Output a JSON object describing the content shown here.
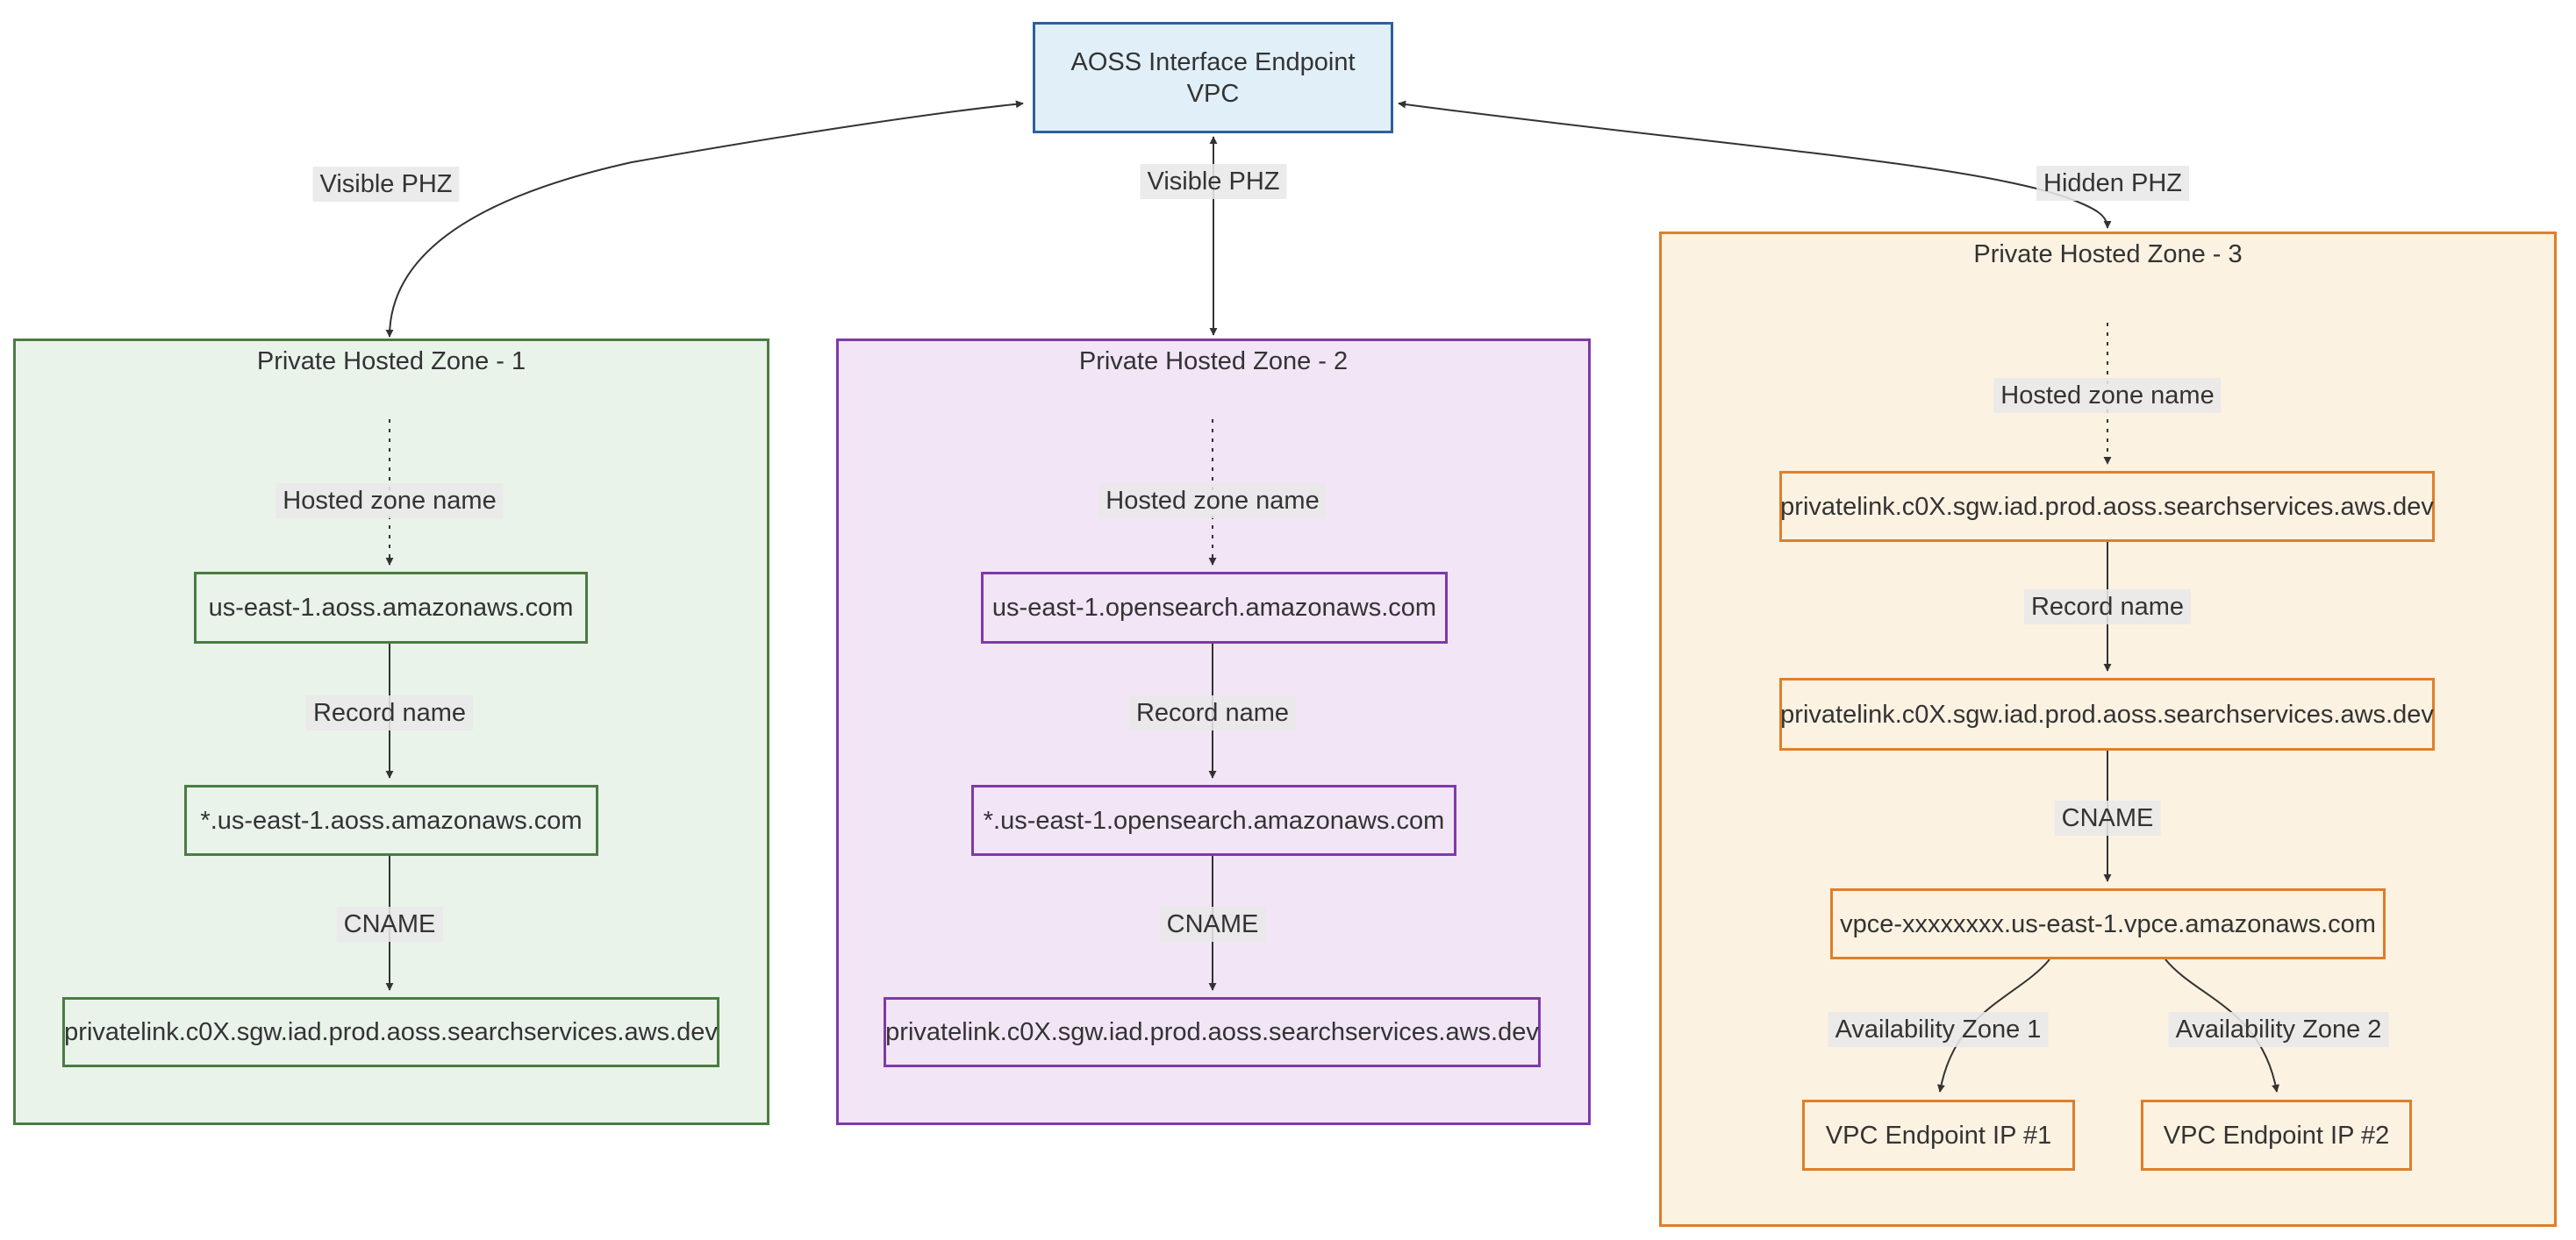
{
  "vpc": {
    "line1": "AOSS Interface Endpoint",
    "line2": "VPC"
  },
  "edge_labels": [
    "Visible PHZ",
    "Visible PHZ",
    "Hidden PHZ"
  ],
  "zones": [
    {
      "title": "Private Hosted Zone - 1",
      "edge_labels": [
        "Hosted zone name",
        "Record name",
        "CNAME"
      ],
      "nodes": [
        "us-east-1.aoss.amazonaws.com",
        "*.us-east-1.aoss.amazonaws.com",
        "privatelink.c0X.sgw.iad.prod.aoss.searchservices.aws.dev"
      ]
    },
    {
      "title": "Private Hosted Zone - 2",
      "edge_labels": [
        "Hosted zone name",
        "Record name",
        "CNAME"
      ],
      "nodes": [
        "us-east-1.opensearch.amazonaws.com",
        "*.us-east-1.opensearch.amazonaws.com",
        "privatelink.c0X.sgw.iad.prod.aoss.searchservices.aws.dev"
      ]
    },
    {
      "title": "Private Hosted Zone - 3",
      "edge_labels": [
        "Hosted zone name",
        "Record name",
        "CNAME",
        "Availability Zone 1",
        "Availability Zone 2"
      ],
      "nodes": [
        "privatelink.c0X.sgw.iad.prod.aoss.searchservices.aws.dev",
        "privatelink.c0X.sgw.iad.prod.aoss.searchservices.aws.dev",
        "vpce-xxxxxxxx.us-east-1.vpce.amazonaws.com",
        "VPC Endpoint IP #1",
        "VPC Endpoint IP #2"
      ]
    }
  ],
  "colors": {
    "canvas_bg": "#ffffff",
    "edge_line": "#333333",
    "text": "#333333",
    "edge_label_bg": "#e8e8e8",
    "vpc_fill": "#e1eff9",
    "vpc_stroke": "#2c619c",
    "phz1_fill": "#e9f3ea",
    "phz1_stroke": "#4a7c42",
    "phz2_fill": "#f2e5f6",
    "phz2_stroke": "#7e3aa8",
    "phz3_fill": "#fcf2e2",
    "phz3_stroke": "#dd7f2b"
  }
}
